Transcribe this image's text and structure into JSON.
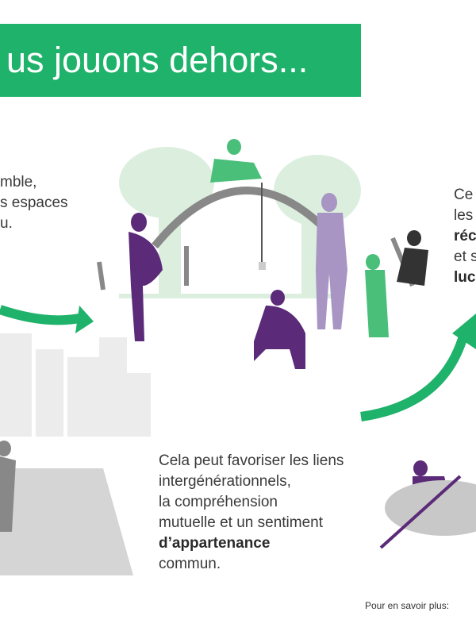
{
  "header": {
    "title": "us jouons dehors..."
  },
  "left_text": [
    "mble,",
    "s espaces",
    "u."
  ],
  "right_text": {
    "line1": "Ce",
    "line2": "les",
    "line3_bold": "réc",
    "line4": "et s",
    "line5_bold": "luc"
  },
  "bottom_text": {
    "lines": [
      "Cela peut favoriser les liens",
      "intergénérationnels,",
      "la compréhension",
      "mutuelle et un sentiment"
    ],
    "bold": "d’appartenance",
    "last": "commun."
  },
  "footer": {
    "label": "Pour en savoir plus:"
  },
  "colors": {
    "green": "#1fb26b",
    "purple": "#5b2a78",
    "light_green": "#dcefdf",
    "grey": "#c8c8c8"
  }
}
